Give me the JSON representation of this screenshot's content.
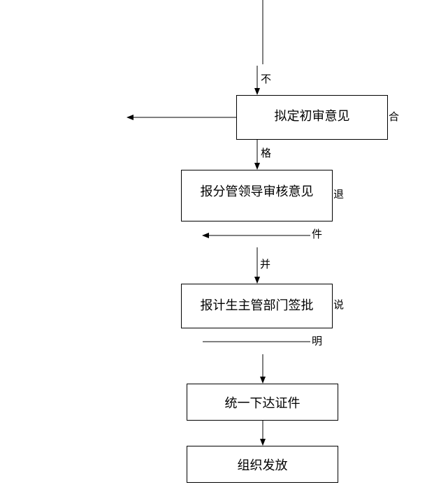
{
  "boxes": {
    "draft_opinion": "拟定初审意见",
    "leader_review": "报分管领导审核意见",
    "dept_approval": "报计生主管部门签批",
    "issue_certificate": "统一下达证件",
    "organize_distribution": "组织发放"
  },
  "labels": {
    "c1": "不",
    "c2": "合",
    "c3": "格",
    "c4": "退",
    "c5": "件",
    "c6": "并",
    "c7": "说",
    "c8": "明"
  }
}
